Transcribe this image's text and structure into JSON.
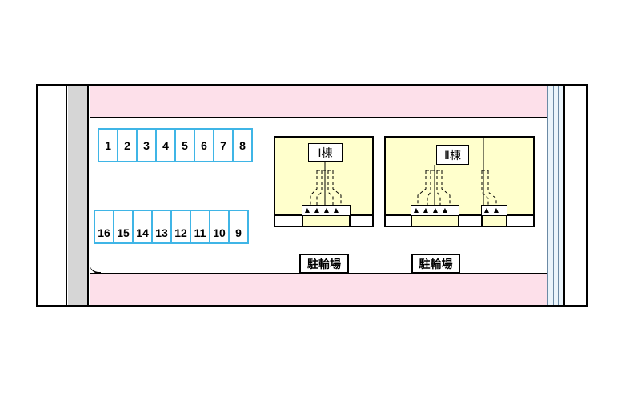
{
  "parking": {
    "top_row": [
      "1",
      "2",
      "3",
      "4",
      "5",
      "6",
      "7",
      "8"
    ],
    "bottom_row": [
      "16",
      "15",
      "14",
      "13",
      "12",
      "11",
      "10",
      "9"
    ]
  },
  "buildings": {
    "building1_label": "Ⅰ棟",
    "building2_label": "Ⅱ棟"
  },
  "bike_parking": {
    "left_label": "駐輪場",
    "right_label": "駐輪場"
  },
  "colors": {
    "road": "#fde0ea",
    "slot_border": "#3fb5e6",
    "building_fill": "#ffffcc",
    "sidewalk": "#d6d6d6"
  },
  "icons": {
    "meter": "triangle-up-icon"
  }
}
